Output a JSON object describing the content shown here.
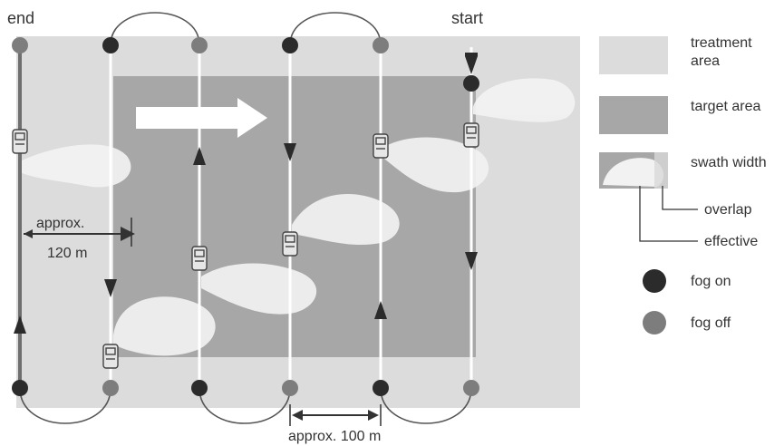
{
  "labels": {
    "end": "end",
    "start": "start",
    "wind": "wind direction",
    "approx_120_line1": "approx.",
    "approx_120_line2": "120 m",
    "approx_100": "approx. 100 m"
  },
  "legend": {
    "treatment_line1": "treatment",
    "treatment_line2": "area",
    "target": "target area",
    "swath": "swath width",
    "overlap": "overlap",
    "effective": "effective",
    "fog_on": "fog on",
    "fog_off": "fog off"
  },
  "colors": {
    "treatment_area": "#dcdcdc",
    "target_area": "#a7a7a7",
    "fog_on_dot": "#2b2b2b",
    "fog_off_dot": "#7d7d7d",
    "fog_plume": "#f2f2f2",
    "pass_line": "#ffffff",
    "first_pass_line": "#6f6f6f",
    "loop_line": "#555555"
  }
}
